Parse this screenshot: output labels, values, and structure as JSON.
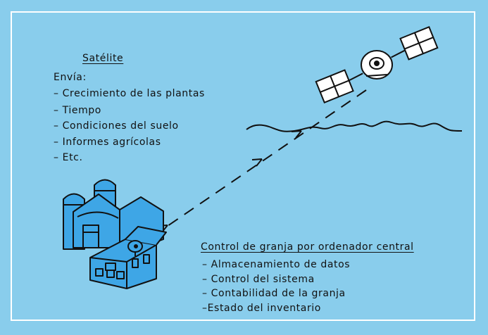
{
  "satellite_box": {
    "title": "Satélite",
    "subtitle": "Envía:",
    "items": [
      "– Crecimiento de las plantas",
      "– Tiempo",
      "– Condiciones del suelo",
      "– Informes agrícolas",
      "– Etc."
    ]
  },
  "farm_box": {
    "title": "Control de granja por ordenador central",
    "items": [
      "– Almacenamiento de datos",
      "– Control del sistema",
      "– Contabilidad de la granja",
      "–Estado del inventario"
    ]
  },
  "colors": {
    "background": "#89cdec",
    "frame": "#ffffff",
    "building": "#3ea6e6",
    "panel": "#ffffff",
    "ink": "#111111"
  }
}
